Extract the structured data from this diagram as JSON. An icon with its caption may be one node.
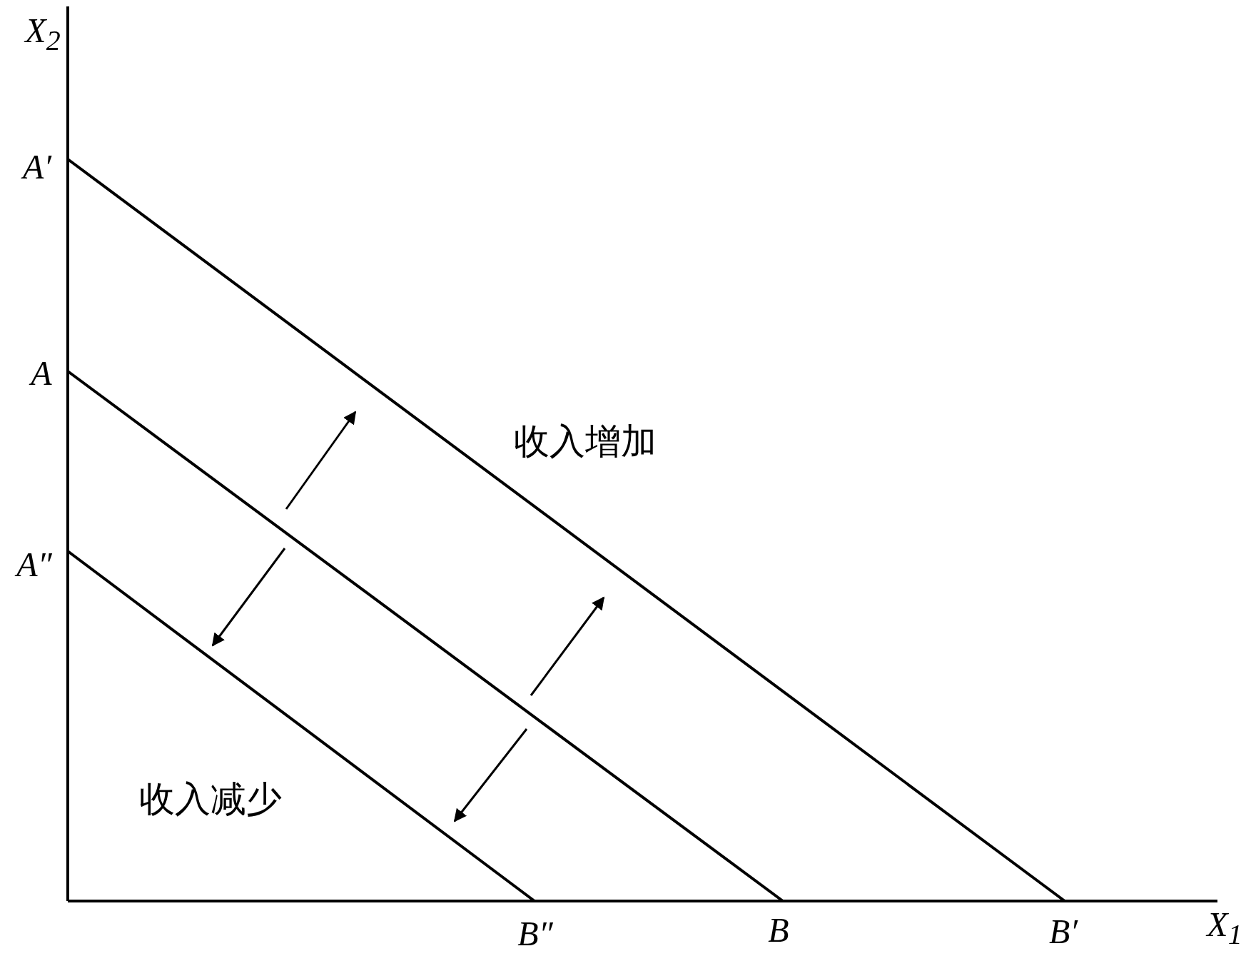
{
  "diagram": {
    "labels": [
      "X$_{2}$",
      "A′",
      "A",
      "A″",
      "收入增加",
      "收入减少",
      "B″",
      "B",
      "B′",
      "X$_{1}$"
    ]
  }
}
